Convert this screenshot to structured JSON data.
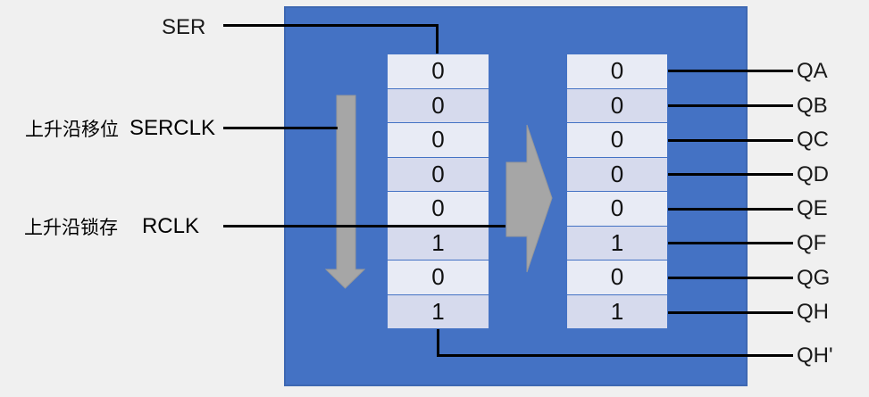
{
  "diagram": {
    "signals": {
      "ser": {
        "label": "SER"
      },
      "serclk": {
        "label": "SERCLK",
        "note": "上升沿移位"
      },
      "rclk": {
        "label": "RCLK",
        "note": "上升沿锁存"
      }
    },
    "shift_register": {
      "cells": [
        "0",
        "0",
        "0",
        "0",
        "0",
        "1",
        "0",
        "1"
      ]
    },
    "storage_register": {
      "cells": [
        "0",
        "0",
        "0",
        "0",
        "0",
        "1",
        "0",
        "1"
      ]
    },
    "outputs": [
      "QA",
      "QB",
      "QC",
      "QD",
      "QE",
      "QF",
      "QG",
      "QH",
      "QH'"
    ],
    "icons": {
      "down_arrow": "shift-direction-down-arrow",
      "right_arrow": "latch-transfer-right-arrow"
    },
    "colors": {
      "panel_blue": "#4472c4",
      "cell_light": "#e8ebf5",
      "cell_dark": "#d6daed",
      "arrow_gray": "#a6a6a6",
      "wire_black": "#000000",
      "background": "#f0f0f0"
    }
  }
}
